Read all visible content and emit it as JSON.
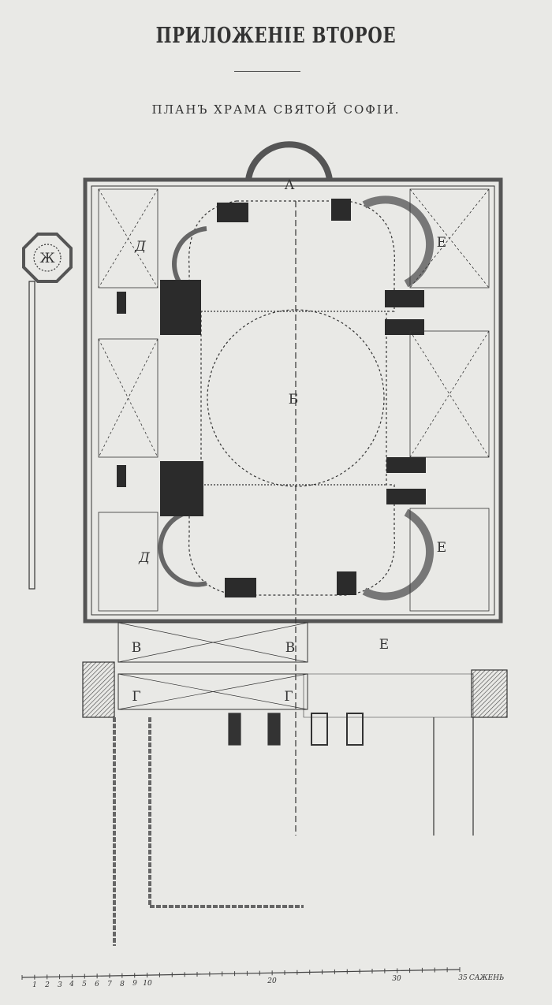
{
  "heading": "ПРИЛОЖЕНІЕ ВТОРОЕ",
  "subheading": "ПЛАНЪ ХРАМА СВЯТОЙ СОФІИ.",
  "plan_labels": {
    "apse": "А",
    "nave": "Б",
    "aisle_north_upper": "Д",
    "aisle_north_lower": "Д",
    "aisle_south_upper": "Е",
    "aisle_south_lower": "Е",
    "south_entrance": "Е",
    "inner_narthex_left": "В",
    "inner_narthex_right": "В",
    "outer_narthex_left": "Г",
    "outer_narthex_right": "Г",
    "baptistery": "Ж"
  },
  "scale_bar": {
    "max": 35,
    "small_labels": [
      "1",
      "2",
      "3",
      "4",
      "5",
      "6",
      "7",
      "8",
      "9",
      "10"
    ],
    "label_20": "20",
    "label_30": "30",
    "label_end": "35",
    "unit": "САЖЕНЬ"
  },
  "colors": {
    "paper": "#e9e9e6",
    "ink": "#333333",
    "solid": "#2b2b2b"
  }
}
